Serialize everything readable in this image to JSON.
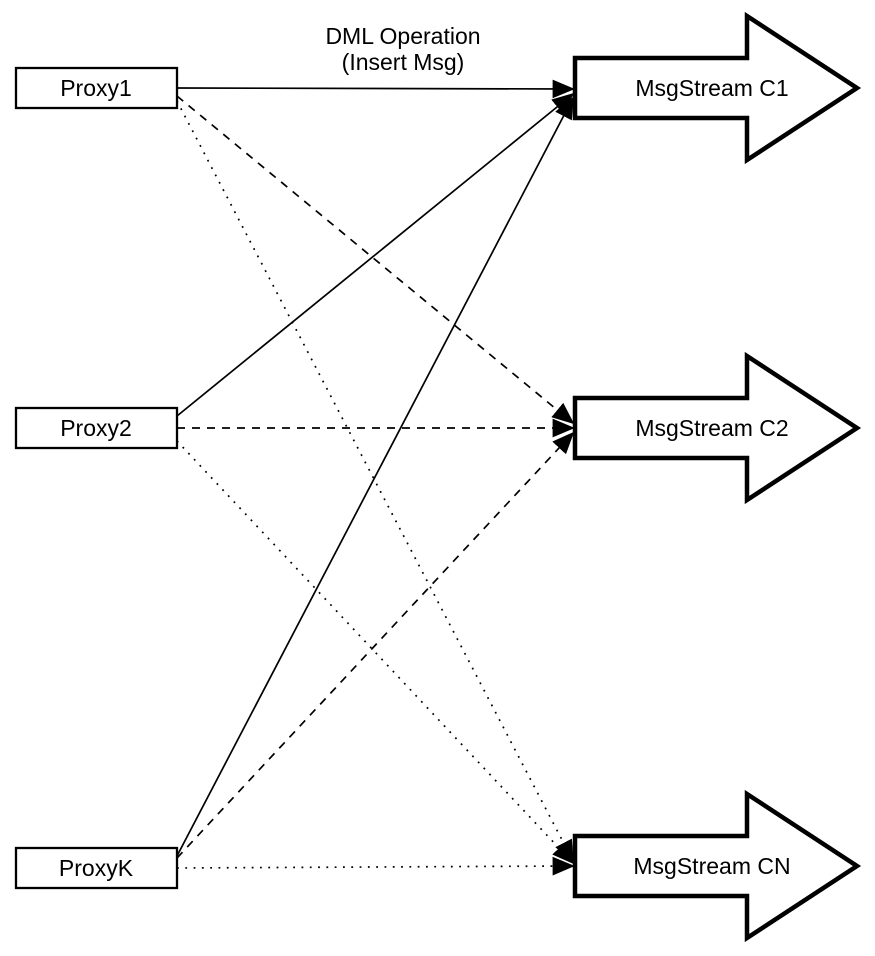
{
  "diagram": {
    "title": {
      "line1": "DML Operation",
      "line2": "(Insert Msg)"
    },
    "proxies": [
      {
        "id": "proxy1",
        "label": "Proxy1"
      },
      {
        "id": "proxy2",
        "label": "Proxy2"
      },
      {
        "id": "proxyk",
        "label": "ProxyK"
      }
    ],
    "streams": [
      {
        "id": "c1",
        "label": "MsgStream C1"
      },
      {
        "id": "c2",
        "label": "MsgStream C2"
      },
      {
        "id": "cn",
        "label": "MsgStream CN"
      }
    ],
    "edges": [
      {
        "from": "Proxy1",
        "to": "MsgStream C1",
        "style": "solid"
      },
      {
        "from": "Proxy2",
        "to": "MsgStream C1",
        "style": "solid"
      },
      {
        "from": "ProxyK",
        "to": "MsgStream C1",
        "style": "solid"
      },
      {
        "from": "Proxy1",
        "to": "MsgStream C2",
        "style": "dashed"
      },
      {
        "from": "Proxy2",
        "to": "MsgStream C2",
        "style": "dashed"
      },
      {
        "from": "ProxyK",
        "to": "MsgStream C2",
        "style": "dashed"
      },
      {
        "from": "Proxy1",
        "to": "MsgStream CN",
        "style": "dotted"
      },
      {
        "from": "Proxy2",
        "to": "MsgStream CN",
        "style": "dotted"
      },
      {
        "from": "ProxyK",
        "to": "MsgStream CN",
        "style": "dotted"
      }
    ],
    "colors": {
      "stroke": "#000000",
      "fill": "#ffffff",
      "background": "#ffffff"
    }
  }
}
